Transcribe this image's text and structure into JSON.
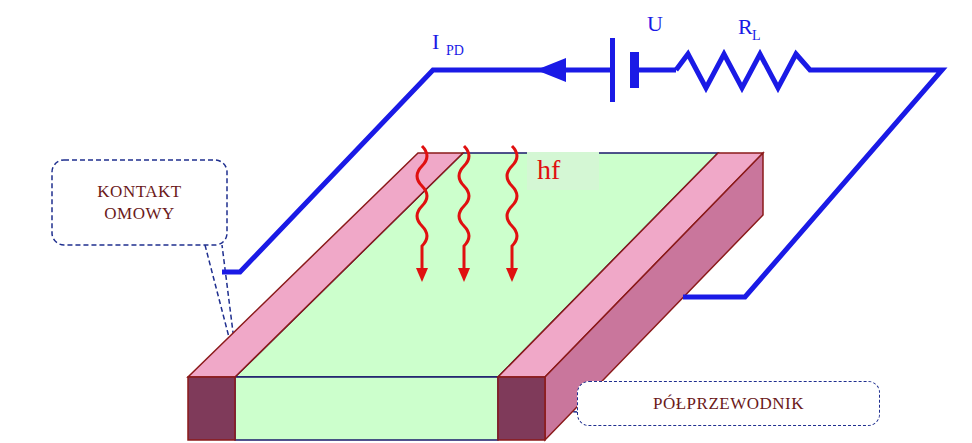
{
  "diagram": {
    "nodes": [
      {
        "text": [
          "KONTAKT OMOWY"
        ]
      },
      {
        "text": [
          "PÓŁPRZEWODNIK"
        ]
      }
    ],
    "labels": [
      "I",
      "PD",
      "U",
      "R",
      "L",
      "hf"
    ]
  }
}
